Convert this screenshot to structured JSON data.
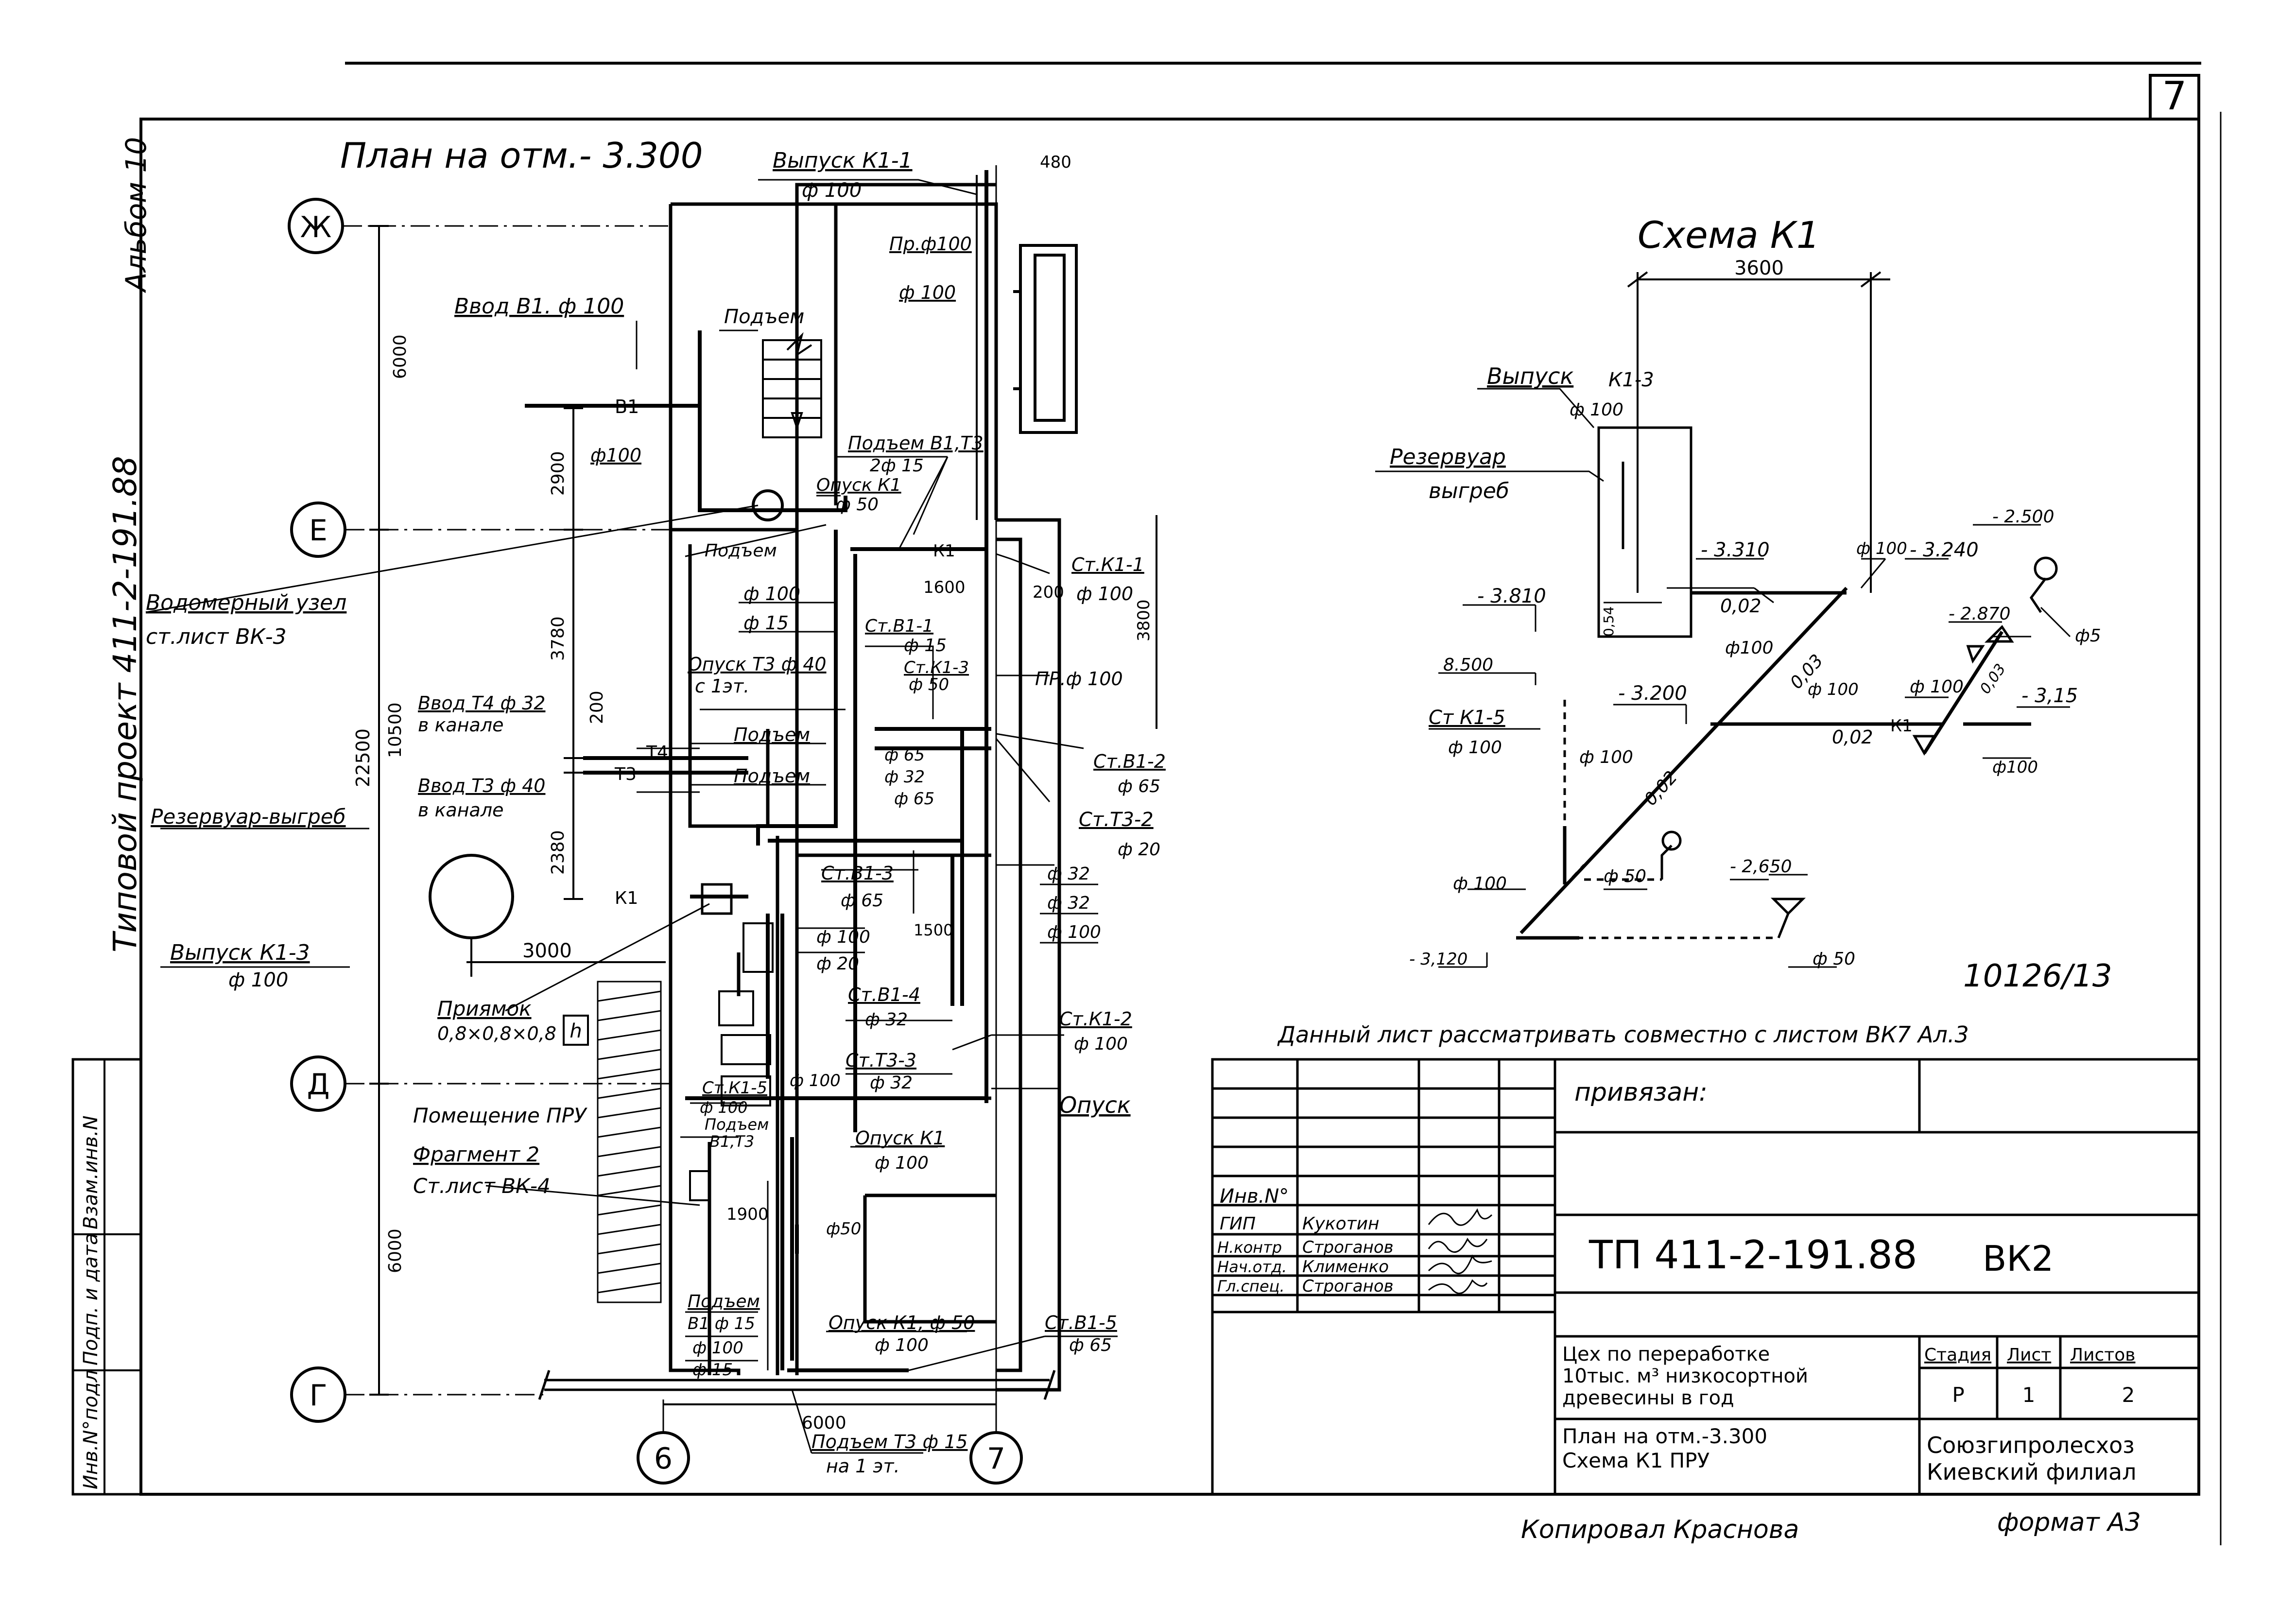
{
  "sheet": {
    "number": "7",
    "album": "Альбом 10",
    "project": "Типовой проект 411-2-191.88",
    "archive_no": "10126/13",
    "copied_by": "Копировал Краснова",
    "format": "формат А3"
  },
  "plan": {
    "title": "План на отм.- 3.300",
    "axes": {
      "zh": "Ж",
      "e": "Е",
      "d": "Д",
      "g": "Г",
      "b": "6",
      "seven": "7"
    },
    "dims": {
      "d6000_top": "6000",
      "d2900": "2900",
      "d3780": "3780",
      "d200": "200",
      "d2380": "2380",
      "d22500": "22500",
      "d10500": "10500",
      "d6000_bottom": "6000",
      "d480": "480",
      "d3000": "3000",
      "d3800": "3800",
      "d6000_horiz": "6000",
      "d1600": "1600",
      "d200b": "200",
      "d1500": "1500",
      "d1900": "1900"
    },
    "labels": {
      "vypusk_k1_1": "Выпуск К1-1",
      "vypusk_k1_1_d": "ф 100",
      "pr_f100_top": "Пр.ф100",
      "f100_top2": "ф 100",
      "vvod_b1": "Ввод В1. ф 100",
      "podyem_top": "Подъем",
      "b1_tag": "В1",
      "f100_a": "ф100",
      "podyem_b1t3": "Подъем В1,Т3",
      "two_f15": "2ф 15",
      "opusk_k1_top": "Опуск К1",
      "f50_top": "ф 50",
      "vodomer": "Водомерный узел",
      "vodomer_ref": "ст.лист ВК-3",
      "podyem_mid": "Подъем",
      "k1_tag": "К1",
      "st_k1_1": "Ст.К1-1",
      "st_k1_1_d": "ф 100",
      "f100_b": "ф 100",
      "f15_b": "ф 15",
      "st_b1_1": "Ст.В1-1",
      "st_b1_1_d": "ф 15",
      "st_k1_3": "Ст.К1-3",
      "st_k1_3_d": "ф 50",
      "pr_f100_mid": "ПР.ф 100",
      "opusk_t3": "Опуск Т3 ф 40",
      "opusk_t3_b": "с 1эт.",
      "vvod_t4": "Ввод Т4 ф 32",
      "v_kanale_1": "в канале",
      "vvod_t3": "Ввод Т3 ф 40",
      "v_kanale_2": "в канале",
      "t4_tag": "Т4",
      "t3_tag": "Т3",
      "podyem_r1": "Подъем",
      "podyem_r2": "Подъем",
      "f65_a": "ф 65",
      "f32_a": "ф 32",
      "f65_b": "ф 65",
      "st_b1_2": "Ст.В1-2",
      "st_b1_2_d": "ф 65",
      "st_t3_2": "Ст.Т3-2",
      "st_t3_2_d": "ф 20",
      "rezervuar_plan": "Резервуар-выгреб",
      "st_b1_3": "Ст.В1-3",
      "st_b1_3_d": "ф 65",
      "f32_b": "ф 32",
      "f32_c": "ф 32",
      "f100_c": "ф 100",
      "vypusk_k1_3": "Выпуск К1-3",
      "vypusk_k1_3_d": "ф 100",
      "f100_d": "ф 100",
      "f20": "ф 20",
      "priyamok": "Приямок",
      "priyamok_d": "0,8×0,8×0,8",
      "st_b1_4": "Ст.В1-4",
      "st_b1_4_d": "ф 32",
      "st_k1_2": "Ст.К1-2",
      "st_k1_2_d": "ф 100",
      "st_t3_3": "Ст.Т3-3",
      "st_t3_3_d": "ф 32",
      "f100_e": "ф 100",
      "opusk": "Опуск",
      "pomeshchenie": "Помещение ПРУ",
      "fragment": "Фрагмент 2",
      "fragment_ref": "Ст.лист ВК-4",
      "st_k1_5": "Ст.К1-5",
      "f100_f": "ф 100",
      "podyem_b1t3_2": "Подъем",
      "b1t3": "В1,Т3",
      "opusk_k1_mid": "Опуск К1",
      "opusk_k1_mid_d": "ф 100",
      "f50_mid": "ф50",
      "podyem_bottom": "Подъем",
      "b1f15": "В1 ф 15",
      "f100_g": "ф 100",
      "f15_g": "ф 15",
      "opusk_k1_f50": "Опуск К1, ф 50",
      "opusk_k1_f50_d": "ф 100",
      "st_b1_5": "Ст.В1-5",
      "st_b1_5_d": "ф 65",
      "podyem_t3_f15": "Подъем Т3 ф 15",
      "na_1_et": "на 1 эт.",
      "h_tag": "h"
    }
  },
  "scheme": {
    "title": "Схема К1",
    "dim_3600": "3600",
    "vypusk": "Выпуск",
    "vypusk_k13": "К1-3",
    "vypusk_d": "ф 100",
    "rezervuar": "Резервуар",
    "vygreb": "выгреб",
    "lev_3310": "- 3.310",
    "lev_3810": "- 3.810",
    "lev_3240": "- 3.240",
    "lev_2500": "- 2.500",
    "lev_2870": "- 2.870",
    "lev_8500": "8.500",
    "lev_3200": "- 3.200",
    "lev_315": "- 3,15",
    "lev_2650": "- 2,650",
    "lev_3120": "- 3,120",
    "slope_1": "0,02",
    "slope_2": "0,02",
    "slope_3": "0,02",
    "slope_4": "0,03",
    "slope_5": "0,03",
    "f100_s1": "ф 100",
    "f100_s2": "ф100",
    "f100_s3": "ф 100",
    "f100_s4": "ф 100",
    "f100_s5": "ф100",
    "f100_s6": "ф 100",
    "f100_s7": "ф 100",
    "f5": "ф5",
    "f50_s1": "ф 50",
    "f50_s2": "ф 50",
    "st_k1_5": "Ст К1-5",
    "st_k1_5_d": "ф 100",
    "k1_tag": "К1",
    "dim_054": "0,54"
  },
  "note": "Данный   лист   рассматривать совместно с листом ВК7 Ал.3",
  "title_block": {
    "privyazan": "привязан:",
    "inv_no": "Инв.N°",
    "roles": [
      {
        "role": "ГИП",
        "name": "Кукотин"
      },
      {
        "role": "Н.контр",
        "name": "Строганов"
      },
      {
        "role": "Нач.отд.",
        "name": "Клименко"
      },
      {
        "role": "Гл.спец.",
        "name": "Строганов"
      }
    ],
    "code": "ТП 411-2-191.88",
    "mark": "ВК2",
    "object_1": "Цех по переработке",
    "object_2": "10тыс. м³ низкосортной",
    "object_3": "древесины в год",
    "sheet_title_1": "План на отм.-3.300",
    "sheet_title_2": "Схема К1    ПРУ",
    "stage_h": "Стадия",
    "list_h": "Лист",
    "lists_h": "Листов",
    "stage": "Р",
    "list": "1",
    "lists": "2",
    "org_1": "Союзгипролесхоз",
    "org_2": "Киевский филиал"
  },
  "side_stamp": {
    "inv_podl": "Инв.N°подл",
    "podp_data": "Подп. и дата",
    "vzam_inv": "Взам.инв.N"
  }
}
